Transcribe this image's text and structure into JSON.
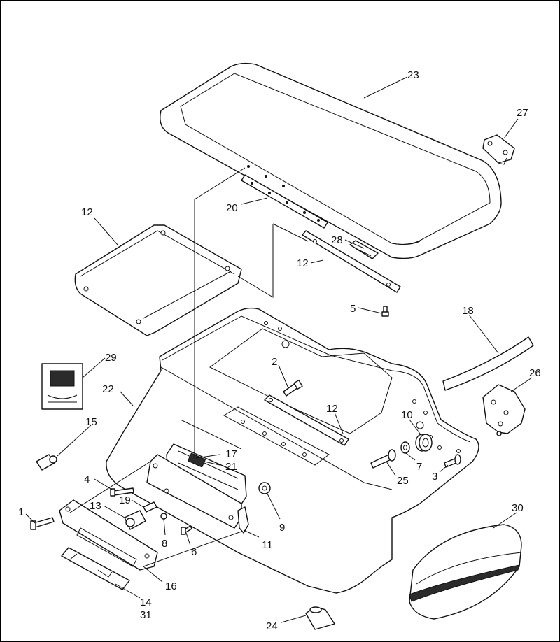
{
  "callouts": {
    "c1": "1",
    "c2": "2",
    "c3": "3",
    "c4": "4",
    "c5": "5",
    "c6": "6",
    "c7": "7",
    "c8": "8",
    "c9": "9",
    "c10": "10",
    "c11": "11",
    "c12a": "12",
    "c12b": "12",
    "c12c": "12",
    "c13": "13",
    "c14": "14",
    "c15": "15",
    "c16": "16",
    "c17": "17",
    "c18": "18",
    "c19": "19",
    "c20": "20",
    "c21": "21",
    "c22": "22",
    "c23": "23",
    "c24": "24",
    "c25": "25",
    "c26": "26",
    "c27": "27",
    "c28": "28",
    "c29": "29",
    "c30": "30",
    "c31": "31"
  }
}
